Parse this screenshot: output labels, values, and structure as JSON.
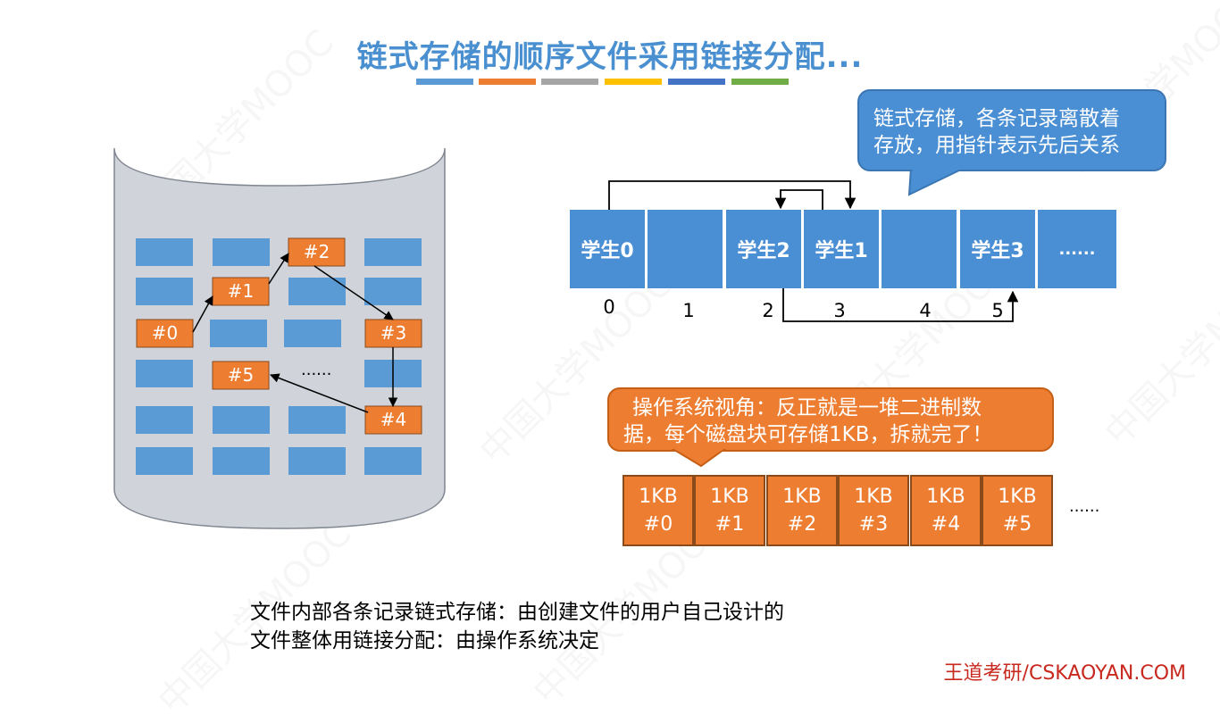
{
  "title": "链式存储的顺序文件采用链接分配...",
  "color_bar": [
    "#5b9bd5",
    "#ed7d31",
    "#a5a5a5",
    "#ffc000",
    "#4472c4",
    "#70ad47"
  ],
  "watermark": "中国大学MOOC",
  "disk": {
    "blocks": [
      {
        "label": "#0"
      },
      {
        "label": "#1"
      },
      {
        "label": "#2"
      },
      {
        "label": "#3"
      },
      {
        "label": "#4"
      },
      {
        "label": "#5"
      }
    ],
    "ellipsis": "......"
  },
  "logical_bubble": {
    "line1": "链式存储，各条记录离散着",
    "line2": "存放，用指针表示先后关系"
  },
  "records": {
    "cells": [
      "学生0",
      "",
      "学生2",
      "学生1",
      "",
      "学生3",
      "......"
    ],
    "indices": [
      "0",
      "1",
      "2",
      "3",
      "4",
      "5"
    ]
  },
  "os_bubble": {
    "line1": "操作系统视角：反正就是一堆二进制数",
    "line2": "据，每个磁盘块可存储1KB，拆就完了！"
  },
  "os_blocks": {
    "cells": [
      {
        "size": "1KB",
        "id": "#0"
      },
      {
        "size": "1KB",
        "id": "#1"
      },
      {
        "size": "1KB",
        "id": "#2"
      },
      {
        "size": "1KB",
        "id": "#3"
      },
      {
        "size": "1KB",
        "id": "#4"
      },
      {
        "size": "1KB",
        "id": "#5"
      }
    ],
    "ellipsis": "......"
  },
  "notes": [
    "文件内部各条记录链式存储：由创建文件的用户自己设计的",
    "文件整体用链接分配：由操作系统决定"
  ],
  "footer": "王道考研/CSKAOYAN.COM",
  "colors": {
    "blue": "#4a8fd4",
    "orange": "#ed7d31",
    "title": "#4a90d0",
    "footer": "#c8281e"
  }
}
